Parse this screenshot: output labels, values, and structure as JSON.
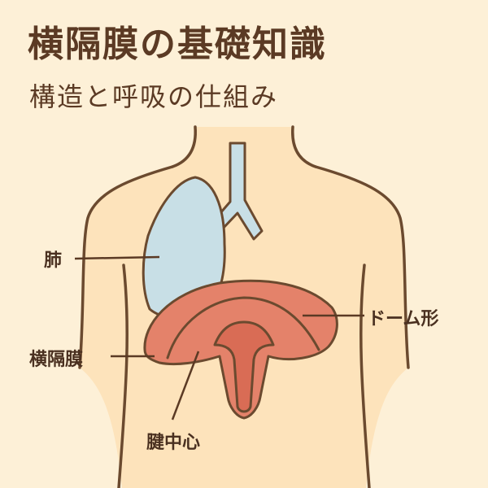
{
  "title": "横隔膜の基礎知識",
  "subtitle": "構造と呼吸の仕組み",
  "labels": {
    "lung": "肺",
    "diaphragm": "横隔膜",
    "dome": "ドーム形",
    "central_tendon": "腱中心"
  },
  "colors": {
    "background": "#fdf0d7",
    "body": "#fde3bb",
    "outline": "#6b4a2f",
    "lung": "#c8dfe6",
    "diaphragm": "#e4826a",
    "text": "#5b3a24"
  }
}
